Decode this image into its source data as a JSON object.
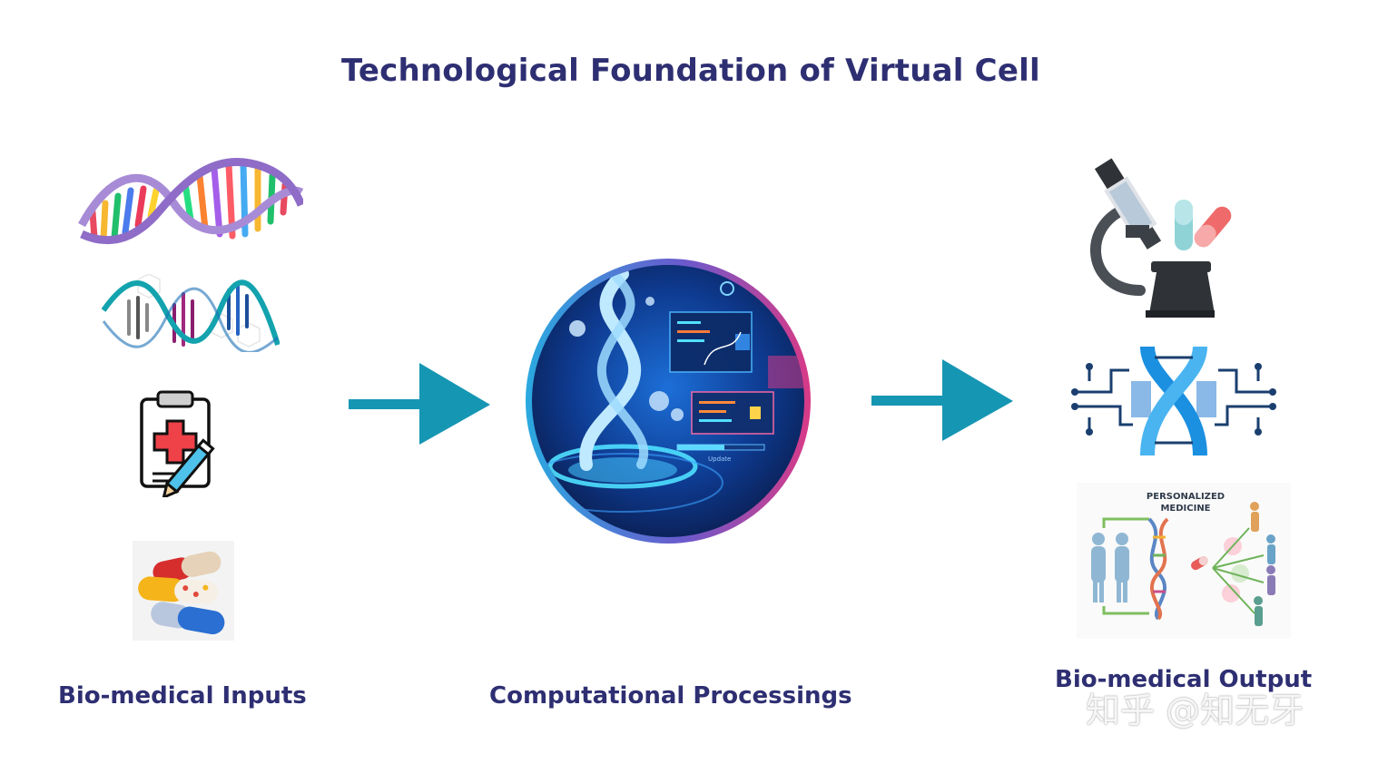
{
  "title": "Technological Foundation of Virtual Cell",
  "columns": {
    "inputs_label": "Bio-medical Inputs",
    "processing_label": "Computational Processings",
    "output_label": "Bio-medical Output"
  },
  "icons": {
    "inputs": [
      "dna-helix-icon",
      "genome-sequence-icon",
      "medical-record-icon",
      "pill-capsules-icon"
    ],
    "processing": "dna-computing-sphere-icon",
    "outputs": [
      "microscope-pills-icon",
      "dna-circuit-icon",
      "personalized-medicine-icon"
    ]
  },
  "personalized_medicine_label_line1": "PERSONALIZED",
  "personalized_medicine_label_line2": "MEDICINE",
  "screen_caption": "Update",
  "watermark": "知乎 @知无牙",
  "colors": {
    "title": "#2e2f72",
    "arrow": "#1596b3",
    "sphere_ring_left": "#2aa9e0",
    "sphere_ring_right": "#d93a86"
  }
}
